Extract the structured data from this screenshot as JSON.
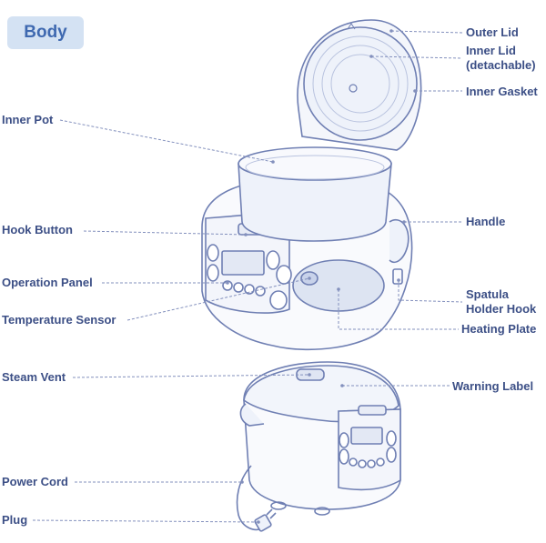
{
  "section_title": "Body",
  "labels": {
    "outer_lid": "Outer Lid",
    "inner_lid_1": "Inner Lid",
    "inner_lid_2": "(detachable)",
    "inner_gasket": "Inner Gasket",
    "inner_pot": "Inner Pot",
    "hook_button": "Hook Button",
    "handle": "Handle",
    "operation_panel": "Operation Panel",
    "spatula_1": "Spatula",
    "spatula_2": "Holder Hook",
    "temperature_sensor": "Temperature Sensor",
    "heating_plate": "Heating Plate",
    "steam_vent": "Steam Vent",
    "warning_label": "Warning Label",
    "power_cord": "Power Cord",
    "plug": "Plug"
  },
  "colors": {
    "label_text": "#3c4f86",
    "tag_bg": "#d4e2f3",
    "tag_text": "#3f69b0",
    "outline": "#6f7fb3",
    "leader": "#8390bd"
  }
}
